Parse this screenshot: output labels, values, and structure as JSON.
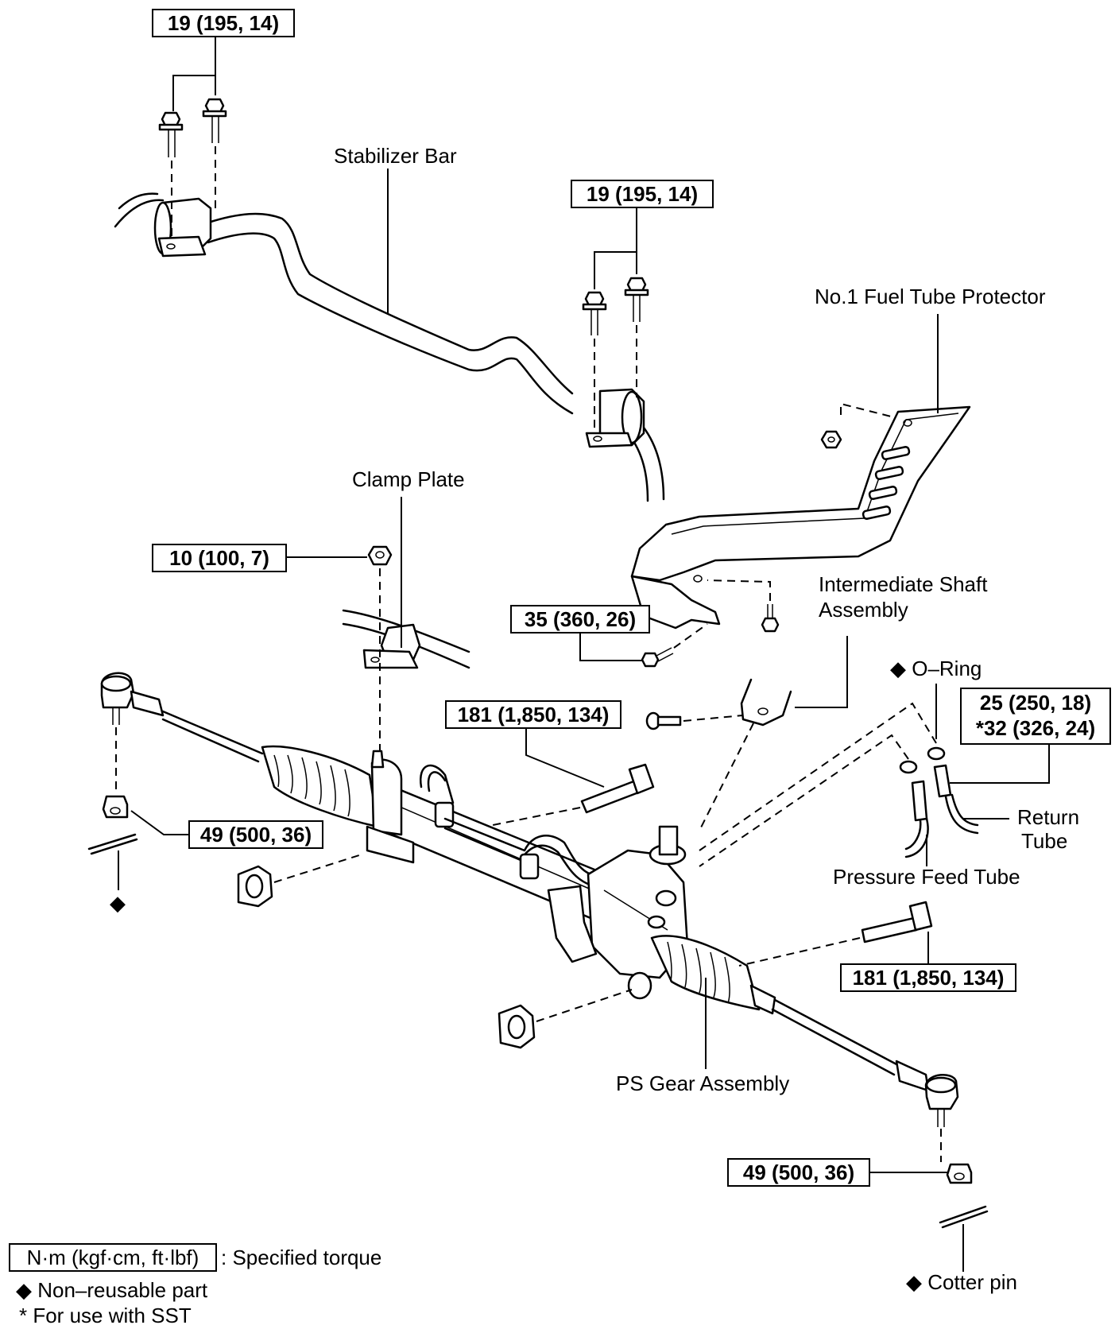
{
  "labels": {
    "stabilizer_bar": "Stabilizer Bar",
    "fuel_tube_protector": "No.1 Fuel Tube Protector",
    "clamp_plate": "Clamp Plate",
    "intermediate_shaft_1": "Intermediate Shaft",
    "intermediate_shaft_2": "Assembly",
    "o_ring": "◆ O–Ring",
    "return_tube_1": "Return",
    "return_tube_2": "Tube",
    "pressure_feed_tube": "Pressure Feed Tube",
    "ps_gear_assembly": "PS Gear Assembly",
    "cotter_pin": "◆ Cotter pin",
    "cotter_pin_left": "◆"
  },
  "torques": {
    "stab_left": "19 (195, 14)",
    "stab_right": "19 (195, 14)",
    "clamp": "10 (100, 7)",
    "protector": "35 (360, 26)",
    "shaft_bolt": "181 (1,850, 134)",
    "tube_line1": "25 (250, 18)",
    "tube_line2": "*32 (326, 24)",
    "tie_rod_left": "49 (500, 36)",
    "mount_right": "181 (1,850, 134)",
    "tie_rod_right": "49 (500, 36)"
  },
  "legend": {
    "torque_box": "N·m (kgf·cm, ft·lbf)",
    "torque_desc": ": Specified torque",
    "non_reusable": "◆ Non–reusable part",
    "sst": "*  For use with SST"
  }
}
